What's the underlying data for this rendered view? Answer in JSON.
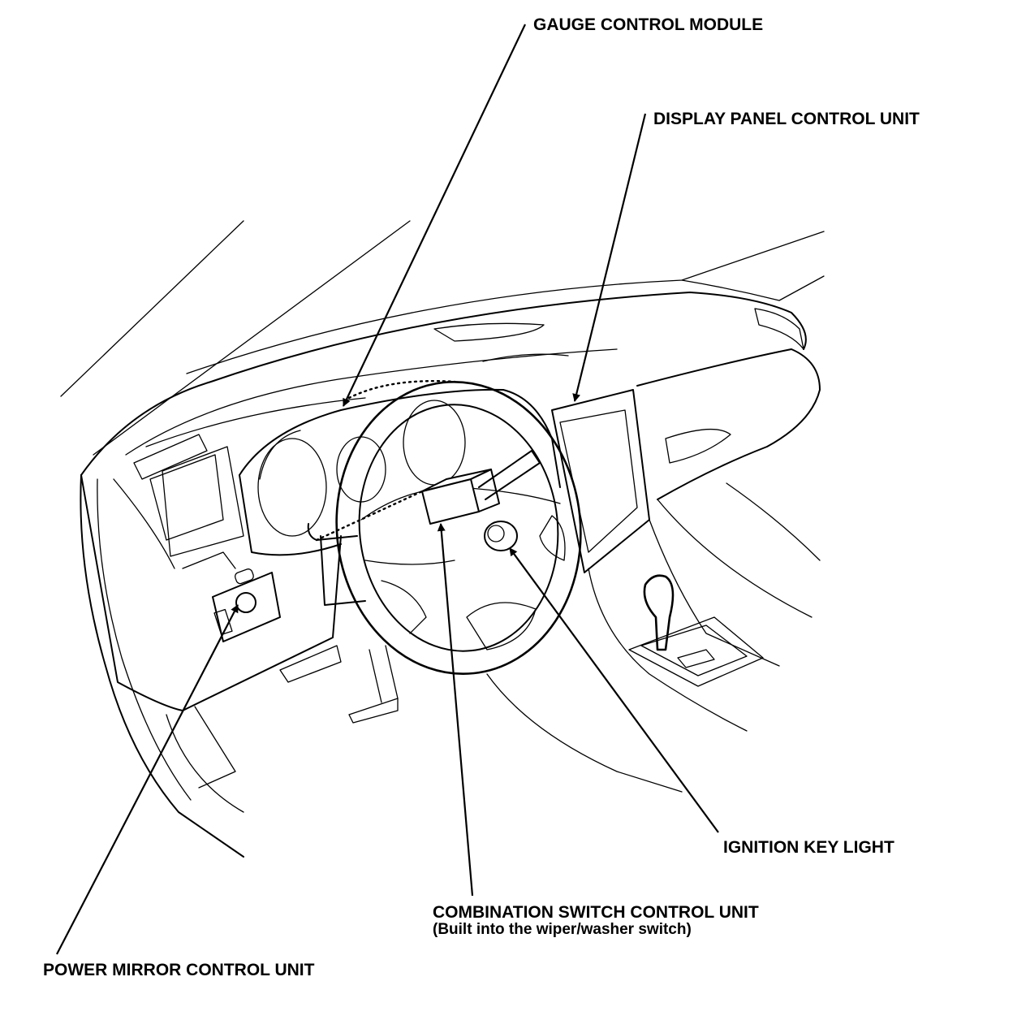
{
  "labels": {
    "gauge_control_module": "GAUGE CONTROL MODULE",
    "display_panel_control_unit": "DISPLAY PANEL CONTROL UNIT",
    "ignition_key_light": "IGNITION KEY LIGHT",
    "combination_switch_control_unit": "COMBINATION SWITCH CONTROL UNIT",
    "combination_switch_note": "(Built into the wiper/washer switch)",
    "power_mirror_control_unit": "POWER MIRROR CONTROL UNIT"
  }
}
